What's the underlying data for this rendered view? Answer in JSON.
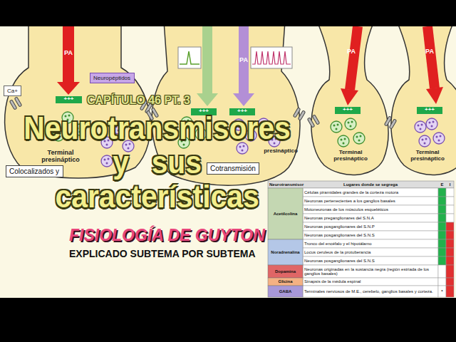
{
  "diagram": {
    "title": "Neurotransmisores y sus características",
    "nodes": [
      {
        "text": [
          "Ca+"
        ]
      },
      {
        "text": [
          "Neuropéptidos"
        ]
      },
      {
        "text": [
          "Colocalizados y"
        ]
      },
      {
        "text": [
          "Cotransmisión"
        ]
      }
    ],
    "labels": [
      "PA",
      "+++",
      "PA",
      "+++",
      "+++",
      "Terminal presináptico",
      "presináptico",
      "PA",
      "PA",
      "+++",
      "+++",
      "Terminal presináptico",
      "Terminal presináptico",
      "CAPÍTULO 46 PT. 3",
      "FISIOLOGÍA DE GUYTON",
      "EXPLICADO SUBTEMA POR SUBTEMA",
      "Neurotransmisor",
      "Lugares donde se segrega",
      "E",
      "I",
      "Acetilcolina",
      "Células piramidales grandes de la corteza motora",
      "Neuronas pertenecientes a los ganglios basales",
      "Motoneuronas de los músculos esqueléticos",
      "Neuronas preganglionares del S.N.A",
      "Neuronas posganglionares del S.N.P",
      "Neuronas posganglionares del S.N.S",
      "Noradrenalina",
      "Tronco del encéfalo y el hipotálamo",
      "Locus ceruleus de la protuberancia",
      "Neuronas posganglionares del S.N.S",
      "Dopamina",
      "Neuronas originadas en la sustancia negra (región estriada de los ganglios basales)",
      "Glicina",
      "Sinapsis de la médula espinal",
      "GABA",
      "Terminales nerviosos de M.E., cerebelo, ganglios basales y corteza.",
      "*"
    ]
  }
}
